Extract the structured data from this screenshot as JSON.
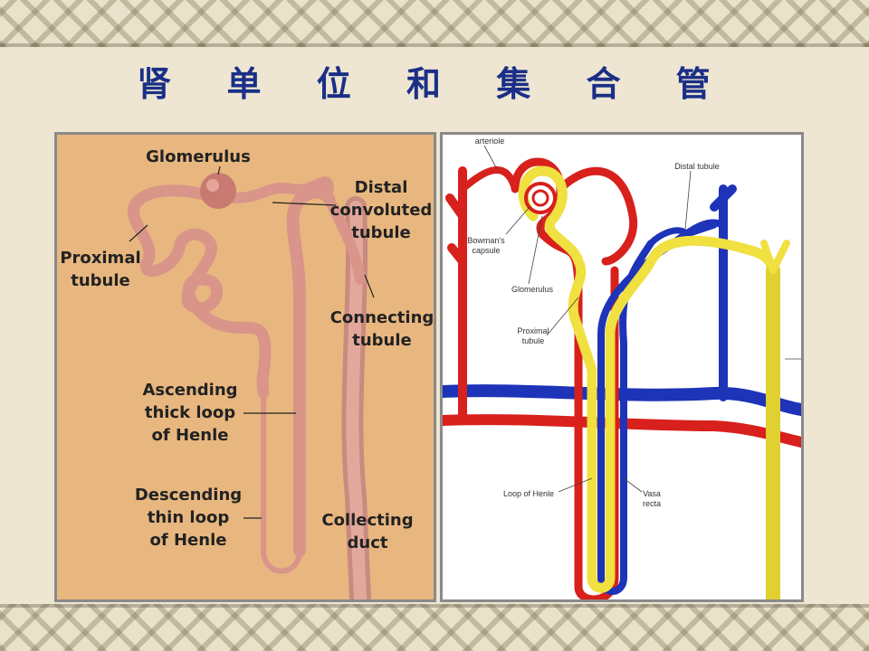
{
  "slide": {
    "title": "肾 单 位 和 集 合 管"
  },
  "left_diagram": {
    "labels": {
      "glomerulus": "Glomerulus",
      "distal_convoluted_tubule": [
        "Distal",
        "convoluted",
        "tubule"
      ],
      "proximal_tubule": [
        "Proximal",
        "tubule"
      ],
      "connecting_tubule": [
        "Connecting",
        "tubule"
      ],
      "ascending_thick_loop": [
        "Ascending",
        "thick loop",
        "of Henle"
      ],
      "descending_thin_loop": [
        "Descending",
        "thin loop",
        "of Henle"
      ],
      "collecting_duct": [
        "Collecting",
        "duct"
      ]
    }
  },
  "right_diagram": {
    "labels": {
      "arteriole": "arteriole",
      "bowmans_capsule": [
        "Bowman's",
        "capsule"
      ],
      "glomerulus": "Glomerulus",
      "proximal_tubule": [
        "Proximal",
        "tubule"
      ],
      "distal_tubule": "Distal tubule",
      "loop_of_henle": "Loop of Henle",
      "vasa_recta": [
        "Vasa",
        "recta"
      ]
    }
  },
  "colors": {
    "title": "#1a2f86",
    "tubule": "#d9958a",
    "artery": "#d8201c",
    "vein": "#1d33b8",
    "yellow_tubule": "#f0e040"
  }
}
